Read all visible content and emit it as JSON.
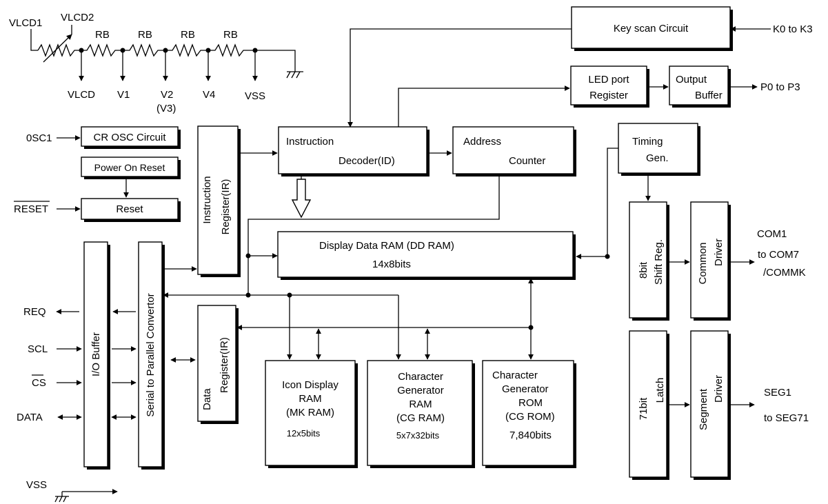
{
  "colors": {
    "line": "#000000",
    "box_fill": "#ffffff",
    "background": "#ffffff"
  },
  "resistor_network": {
    "vlcd1": "VLCD1",
    "vlcd2": "VLCD2",
    "rb": [
      "RB",
      "RB",
      "RB",
      "RB"
    ],
    "taps": {
      "vlcd": "VLCD",
      "v1": "V1",
      "v2": "V2",
      "v3": "(V3)",
      "v4": "V4",
      "vss": "VSS"
    }
  },
  "blocks": {
    "key_scan": "Key scan Circuit",
    "led_port": [
      "LED port",
      "Register"
    ],
    "output_buffer": [
      "Output",
      "Buffer"
    ],
    "cr_osc": "CR OSC Circuit",
    "power_on_reset": "Power On Reset",
    "reset": "Reset",
    "instruction_register": [
      "Instruction",
      "Register(IR)"
    ],
    "instruction_decoder": [
      "Instruction",
      "Decoder(ID)"
    ],
    "address_counter": [
      "Address",
      "Counter"
    ],
    "timing_gen": [
      "Timing",
      "Gen."
    ],
    "dd_ram": [
      "Display Data RAM    (DD RAM)",
      "14x8bits"
    ],
    "io_buffer": "I/O Buffer",
    "serial_parallel": "Serial to Parallel Convertor",
    "data_register": [
      "Data",
      "Register(IR)"
    ],
    "icon_ram": [
      "Icon Display",
      "RAM",
      "(MK RAM)",
      "12x5bits"
    ],
    "cg_ram": [
      "Character",
      "Generator",
      "RAM",
      "(CG RAM)",
      "5x7x32bits"
    ],
    "cg_rom": [
      "Character",
      "Generator",
      "ROM",
      "(CG ROM)",
      "7,840bits"
    ],
    "shift_reg": [
      "8bit",
      "Shift Reg."
    ],
    "common_driver": [
      "Common",
      "Driver"
    ],
    "latch": [
      "71bit",
      "Latch"
    ],
    "segment_driver": [
      "Segment",
      "Driver"
    ]
  },
  "signals": {
    "k0_k3": "K0 to K3",
    "p0_p3": "P0 to P3",
    "osc1": "0SC1",
    "reset_n": "RESET",
    "req": "REQ",
    "scl": "SCL",
    "cs_n": "CS",
    "data": "DATA",
    "vss_bottom": "VSS",
    "com1": "COM1",
    "to_com7": "to COM7",
    "commk": "/COMMK",
    "seg1": "SEG1",
    "to_seg71": "to SEG71"
  }
}
